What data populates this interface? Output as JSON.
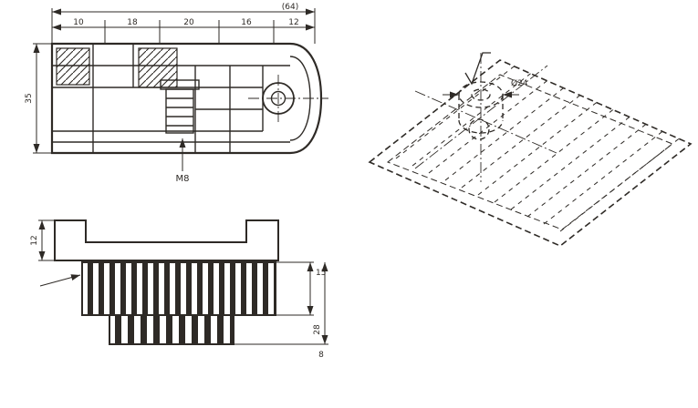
{
  "document": {
    "kind": "engineering-drawing",
    "views": [
      "front-section-view",
      "base-section-view",
      "isometric-hidden-line-view"
    ]
  },
  "colors": {
    "ink": "#2e2a26",
    "background": "#ffffff"
  },
  "front_view": {
    "top_dims": [
      "10",
      "18",
      "20",
      "16",
      "12"
    ],
    "overall_dim": "(64)",
    "height_dim": "35",
    "thread_label": "M8"
  },
  "section_view": {
    "left_dim": "12",
    "height_dim": "15",
    "overall_height_dim": "28",
    "lower_dim": "8"
  },
  "iso_view": {
    "boss_dim": "Ø24"
  }
}
